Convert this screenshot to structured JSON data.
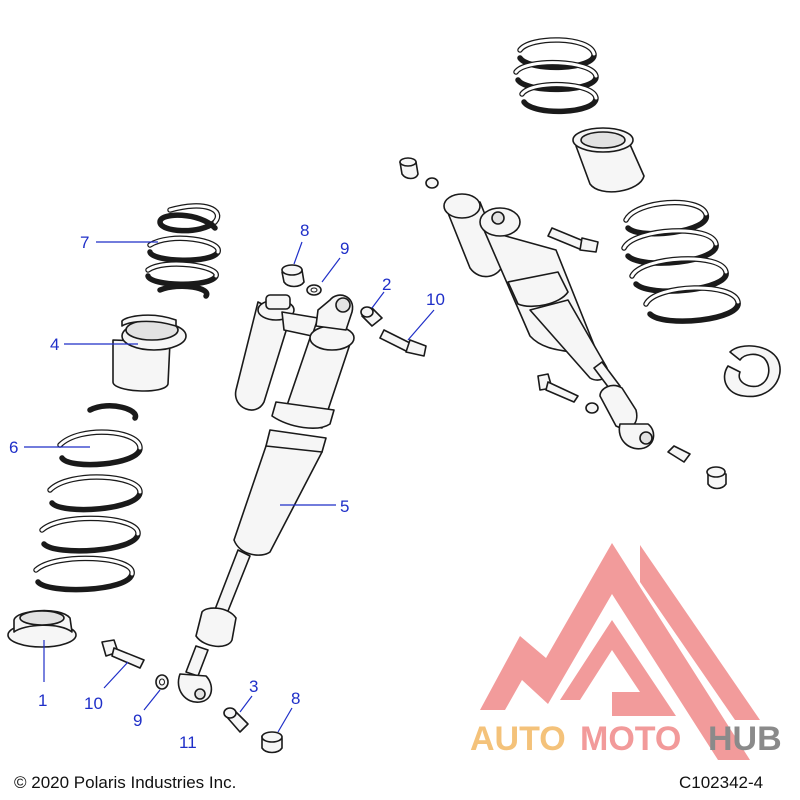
{
  "diagram": {
    "callouts": [
      {
        "id": "c7",
        "label": "7"
      },
      {
        "id": "c4",
        "label": "4"
      },
      {
        "id": "c6",
        "label": "6"
      },
      {
        "id": "c1",
        "label": "1"
      },
      {
        "id": "c10a",
        "label": "10"
      },
      {
        "id": "c9a",
        "label": "9"
      },
      {
        "id": "c11",
        "label": "11"
      },
      {
        "id": "c3",
        "label": "3"
      },
      {
        "id": "c8a",
        "label": "8"
      },
      {
        "id": "c8b",
        "label": "8"
      },
      {
        "id": "c9b",
        "label": "9"
      },
      {
        "id": "c2",
        "label": "2"
      },
      {
        "id": "c10b",
        "label": "10"
      },
      {
        "id": "c5",
        "label": "5"
      }
    ],
    "copyright": "© 2020 Polaris Industries Inc.",
    "figure_code": "C102342-4"
  },
  "watermark": {
    "brand_part1": "AUTO",
    "brand_part2": "MOTO",
    "brand_part3": "HUB",
    "colors": {
      "logo": "#f08a8a",
      "auto": "#f4c27a",
      "moto": "#f29a9a",
      "hub": "#8a8a8a",
      "callout": "#1f2fc8"
    }
  }
}
